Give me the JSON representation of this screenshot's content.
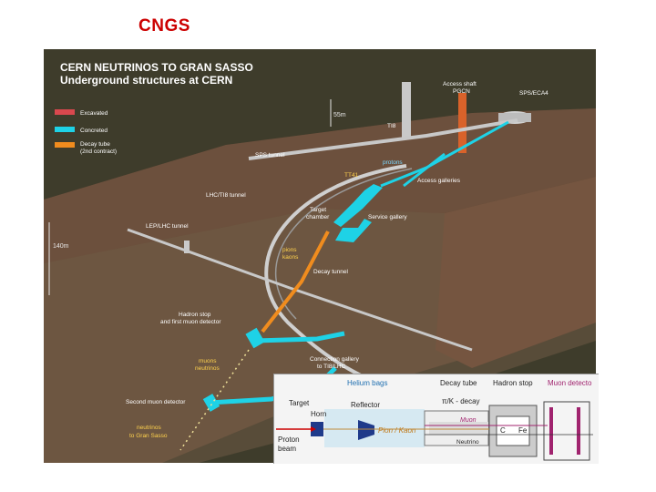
{
  "slide": {
    "title": "CNGS"
  },
  "poster": {
    "heading_1": "CERN NEUTRINOS TO GRAN SASSO",
    "heading_2": "Underground structures at CERN",
    "legend": [
      {
        "label": "Excavated",
        "color": "#d9484e"
      },
      {
        "label": "Concreted",
        "color": "#1ed2e6"
      },
      {
        "label": "Decay tube",
        "label2": "(2nd contract)",
        "color": "#f08c1e"
      }
    ],
    "depth_55": "55m",
    "depth_140": "140m",
    "labels": {
      "access_shaft": "Access shaft",
      "pgcn": "PGCN",
      "sps_eca4": "SPS/ECA4",
      "ti8": "TI8",
      "sps_tunnel": "SPS tunnel",
      "protons": "protons",
      "tt41": "TT41",
      "access_galleries": "Access galleries",
      "lhc_ti8_tunnel": "LHC/TI8 tunnel",
      "target_chamber_1": "Target",
      "target_chamber_2": "chamber",
      "service_gallery": "Service gallery",
      "lep_lhc_tunnel": "LEP/LHC tunnel",
      "pions_1": "pions",
      "pions_2": "kaons",
      "decay_tunnel": "Decay tunnel",
      "hadron_stop_1": "Hadron stop",
      "hadron_stop_2": "and first muon detector",
      "muons_1": "muons",
      "muons_2": "neutrinos",
      "connection_1": "Connection gallery",
      "connection_2": "to TI8/LHC",
      "second_muon": "Second muon detector",
      "neutrinos_1": "neutrinos",
      "neutrinos_2": "to Gran Sasso"
    }
  },
  "inset": {
    "helium_bags": "Helium bags",
    "decay_tube": "Decay tube",
    "hadron_stop": "Hadron stop",
    "muon_detector": "Muon detecto",
    "target": "Target",
    "horn": "Horn",
    "reflector": "Reflector",
    "pi_k_decay": "π/K - decay",
    "pion_kaon": "Pion / Kaon",
    "muon": "Muon",
    "neutrino": "Neutrino",
    "c": "C",
    "fe": "Fe",
    "proton_1": "Proton",
    "proton_2": "beam"
  }
}
